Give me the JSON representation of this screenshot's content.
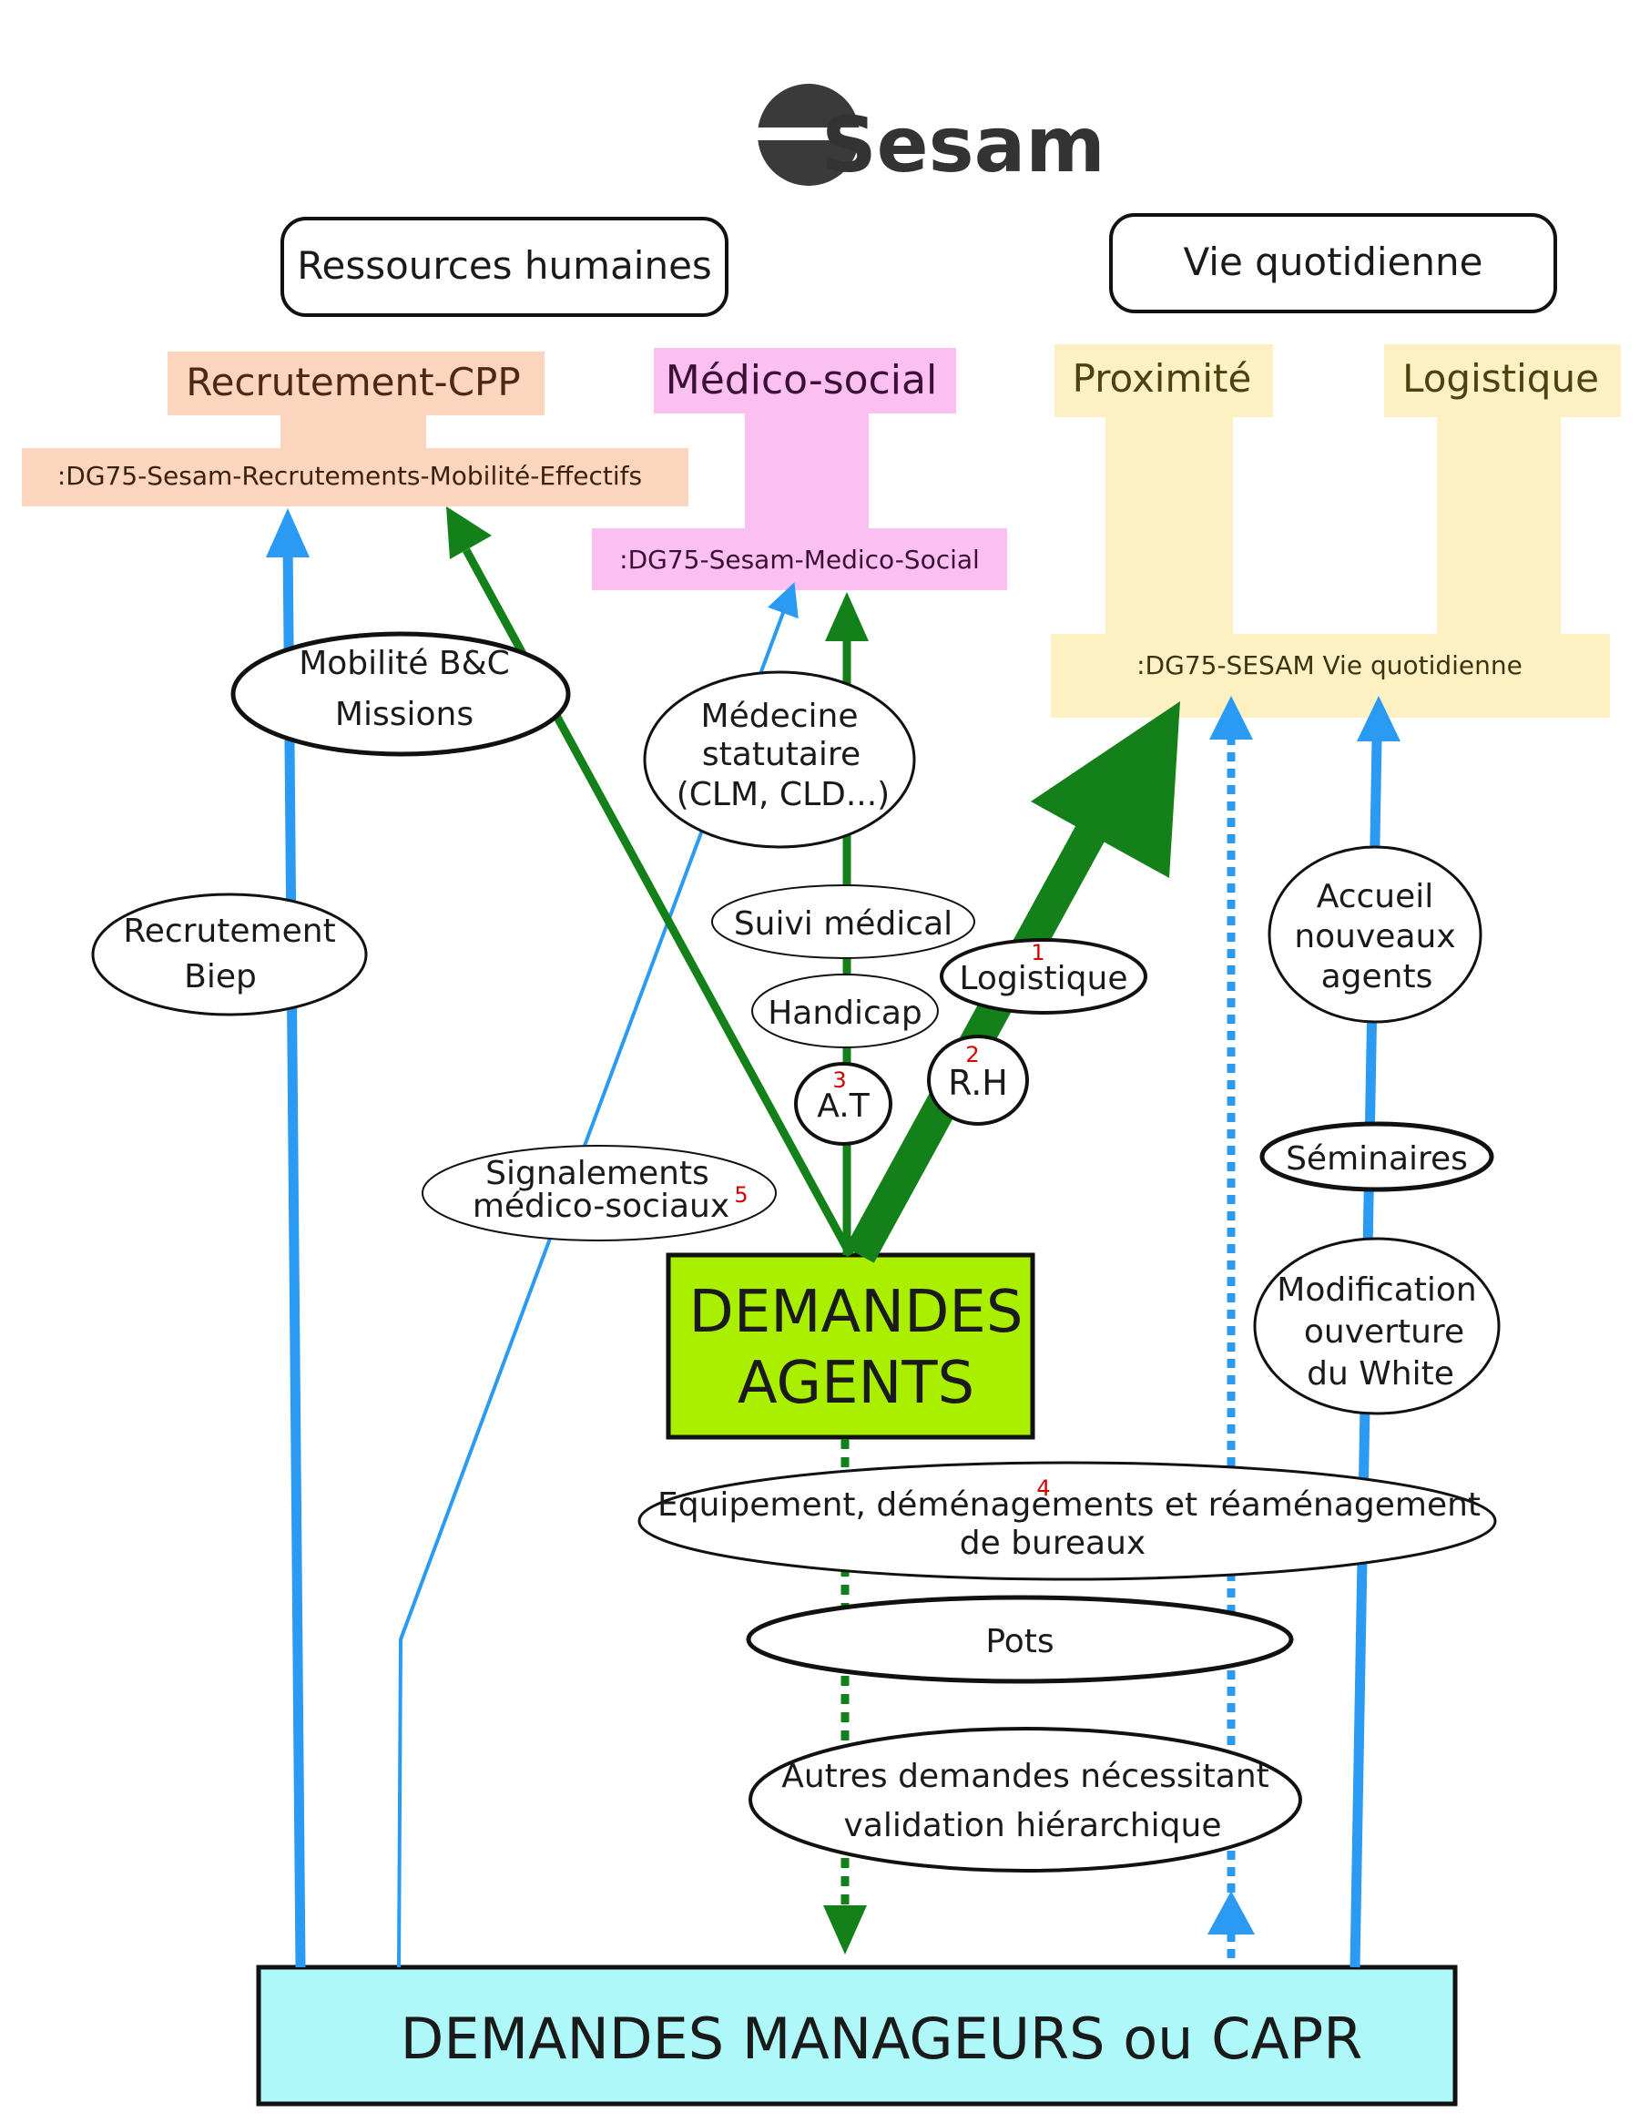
{
  "logo": {
    "text": "Sesam"
  },
  "groups": {
    "hr": "Ressources humaines",
    "daily": "Vie quotidienne"
  },
  "categories": {
    "recrutement": {
      "title": "Recrutement-CPP",
      "mailbox": ":DG75-Sesam-Recrutements-Mobilité-Effectifs",
      "color": "#fcd5bf"
    },
    "medico": {
      "title": "Médico-social",
      "mailbox": ":DG75-Sesam-Medico-Social",
      "color": "#fcbff2"
    },
    "proximite": {
      "title": "Proximité",
      "color": "#fdf1c4"
    },
    "logistique": {
      "title": "Logistique",
      "color": "#fdf1c4"
    },
    "vie_mailbox": ":DG75-SESAM Vie quotidienne"
  },
  "sources": {
    "agents": {
      "line1": "DEMANDES",
      "line2": "AGENTS",
      "color": "#aaee00"
    },
    "managers": {
      "label": "DEMANDES MANAGEURS ou CAPR",
      "color": "#aef8fa"
    }
  },
  "topics": {
    "mobilite": [
      "Mobilité B&C",
      "Missions"
    ],
    "recrutement_biep": [
      "Recrutement",
      "Biep"
    ],
    "medecine": [
      "Médecine",
      "statutaire",
      "(CLM, CLD...)"
    ],
    "suivi": "Suivi médical",
    "handicap": "Handicap",
    "at": {
      "label": "A.T",
      "num": "3"
    },
    "logistique": {
      "label": "Logistique",
      "num": "1"
    },
    "rh": {
      "label": "R.H",
      "num": "2"
    },
    "signalements": {
      "lines": [
        "Signalements",
        "médico-sociaux"
      ],
      "num": "5"
    },
    "accueil": [
      "Accueil",
      "nouveaux",
      "agents"
    ],
    "seminaires": "Séminaires",
    "modification": [
      "Modification",
      "ouverture",
      "du White"
    ],
    "equipement": {
      "lines": [
        "Equipement, déménagements et réaménagement",
        "de bureaux"
      ],
      "num": "4"
    },
    "pots": "Pots",
    "autres": [
      "Autres demandes nécessitant",
      "validation hiérarchique"
    ]
  },
  "colors": {
    "green": "#13801a",
    "blue": "#2b9af2",
    "dark": "#333333"
  }
}
